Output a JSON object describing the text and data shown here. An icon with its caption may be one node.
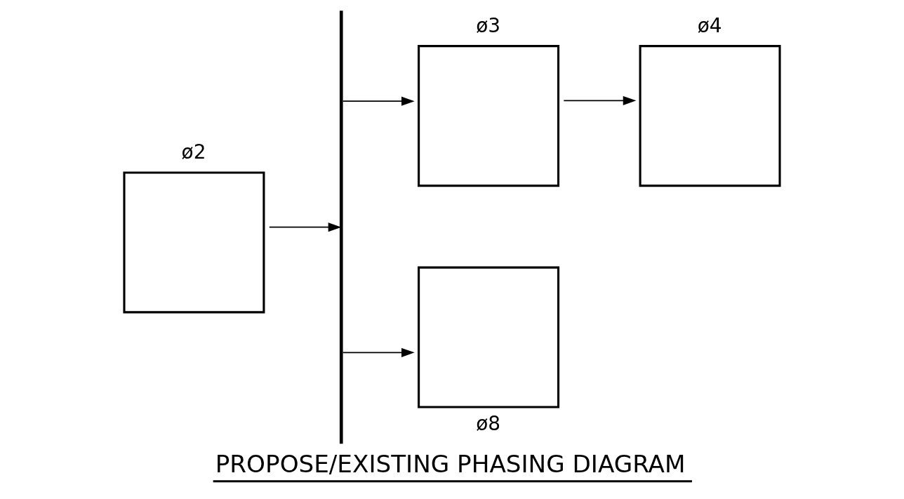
{
  "diagram": {
    "title": "PROPOSE/EXISTING PHASING DIAGRAM",
    "nodes": [
      {
        "text": [
          "ø2"
        ]
      },
      {
        "text": [],
        "shape": "bar"
      },
      {
        "text": [
          "ø3"
        ]
      },
      {
        "text": [
          "ø4"
        ]
      },
      {
        "text": [
          "ø8"
        ]
      }
    ],
    "edges": [
      {
        "from": 0,
        "to": 1,
        "arrow": "to"
      },
      {
        "from": 1,
        "to": 2,
        "arrow": "to"
      },
      {
        "from": 2,
        "to": 3,
        "arrow": "to"
      },
      {
        "from": 1,
        "to": 4,
        "arrow": "to"
      }
    ]
  }
}
